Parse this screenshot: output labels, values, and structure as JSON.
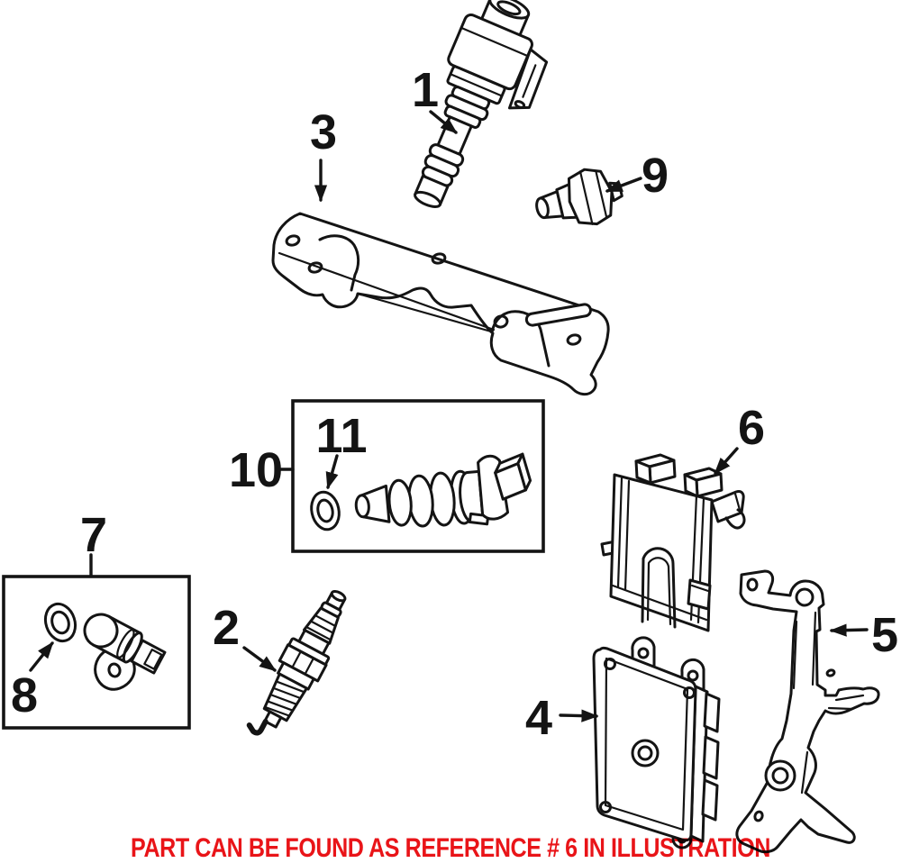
{
  "diagram": {
    "background": "#ffffff",
    "line_color": "#141414",
    "callouts": [
      {
        "label": "1",
        "part": "ignition-coil"
      },
      {
        "label": "2",
        "part": "spark-plug"
      },
      {
        "label": "3",
        "part": "ignition-coil-bracket"
      },
      {
        "label": "4",
        "part": "engine-control-module"
      },
      {
        "label": "5",
        "part": "control-module-bracket"
      },
      {
        "label": "6",
        "part": "control-module-cover"
      },
      {
        "label": "7",
        "part": "camshaft-position-sensor-kit"
      },
      {
        "label": "8",
        "part": "camshaft-sensor-o-ring"
      },
      {
        "label": "9",
        "part": "knock-sensor"
      },
      {
        "label": "10",
        "part": "crankshaft-position-sensor-kit"
      },
      {
        "label": "11",
        "part": "crankshaft-sensor-o-ring"
      }
    ],
    "note": {
      "text": "PART CAN BE FOUND AS REFERENCE # 6 IN ILLUSTRATION",
      "color": "#e91418"
    }
  }
}
